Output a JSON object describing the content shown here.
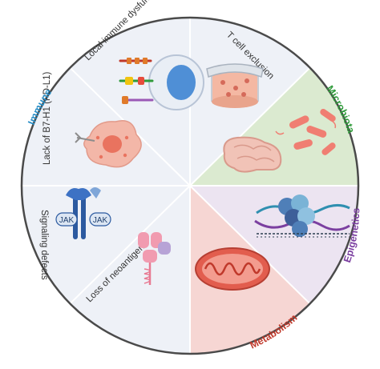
{
  "categories": {
    "immune": {
      "label": "Immune",
      "color": "#2a8fc7"
    },
    "microbiota": {
      "label": "Microbiota",
      "color": "#2f9a3a"
    },
    "epigenetics": {
      "label": "Epigenetics",
      "color": "#7b3fa0"
    },
    "metabolism": {
      "label": "Metabolism",
      "color": "#c0392b"
    }
  },
  "segments": {
    "local_immune_dysfunction": "Local immune dysfunction",
    "t_cell_exclusion": "T cell exclusion",
    "lack_of_b7h1": "Lack of B7-H1 (PD-L1)",
    "signaling_defects": "Signaling defects",
    "loss_of_neoantigens": "Loss of neoantigens"
  },
  "icons": {
    "jak_left": "JAK",
    "jak_right": "JAK"
  },
  "colors": {
    "immune_fill": "#eef1f7",
    "microbiota_fill": "#dbead0",
    "epigenetics_fill": "#ece4f1",
    "metabolism_fill": "#f6d6d3",
    "divider": "#ffffff",
    "outer_ring": "#4a4a4a"
  }
}
